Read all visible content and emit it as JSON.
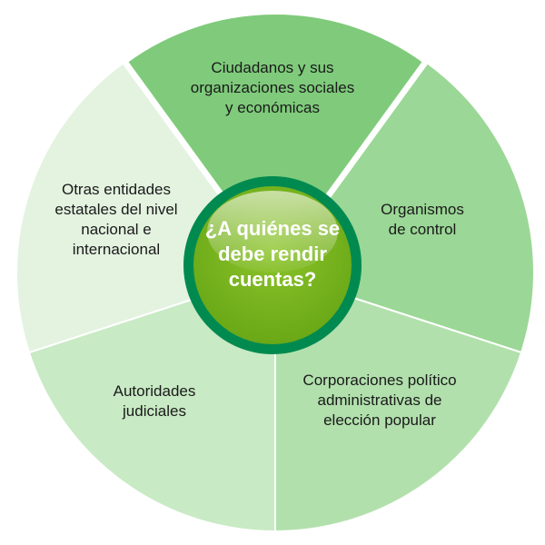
{
  "title": "¿A quiénes se debe rendir cuentas?",
  "segments": [
    {
      "label": "Ciudadanos y sus organizaciones sociales y económicas",
      "color": "#7fcb7b"
    },
    {
      "label": "Organismos de control",
      "color": "#9bd796"
    },
    {
      "label": "Corporaciones político administrativas de elección popular",
      "color": "#b2e0ad"
    },
    {
      "label": "Autoridades judiciales",
      "color": "#c8eac4"
    },
    {
      "label": "Otras entidades estatales del nivel nacional e internacional",
      "color": "#e3f3e0"
    }
  ],
  "colors": {
    "ring": "#008a50",
    "center": "#7ab51d"
  }
}
